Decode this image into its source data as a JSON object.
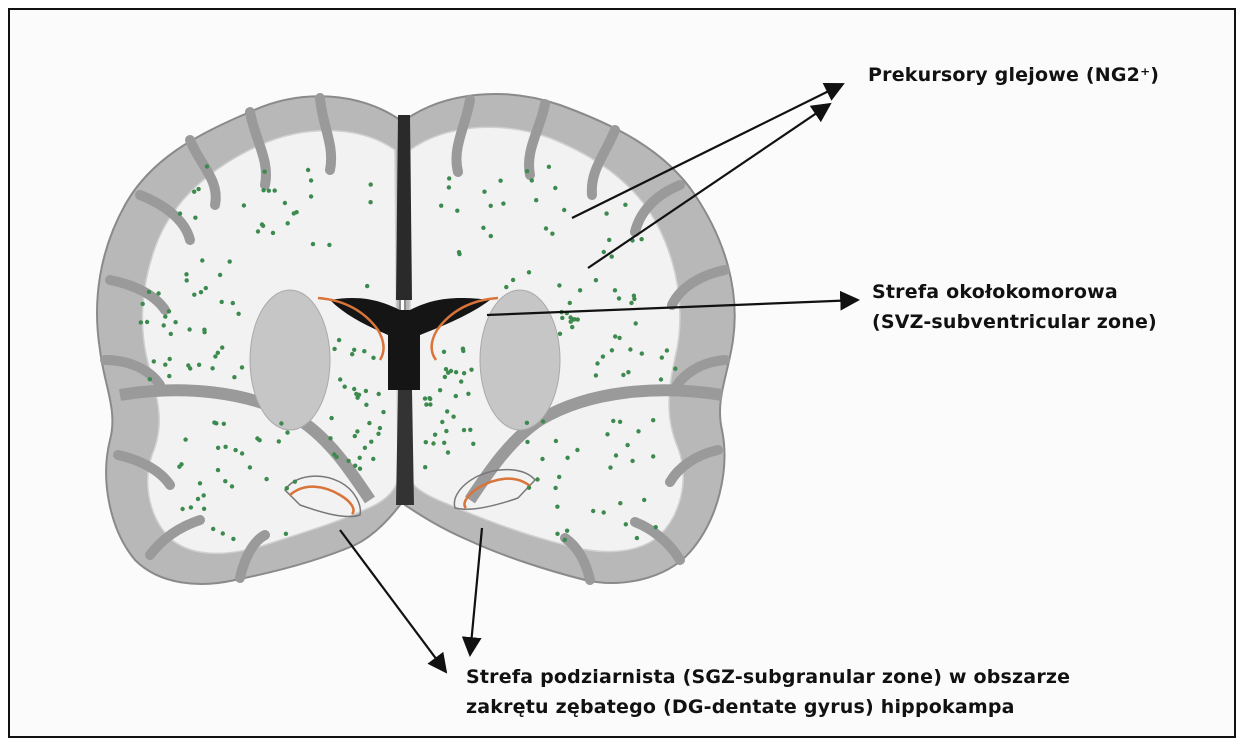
{
  "labels": {
    "glial_precursors": "Prekursory glejowe (NG2⁺)",
    "svz_line1": "Strefa okołokomorowa",
    "svz_line2": "(SVZ-subventricular zone)",
    "sgz_line1": "Strefa podziarnista (SGZ-subgranular zone) w obszarze",
    "sgz_line2": "zakrętu zębatego (DG-dentate gyrus) hippokampa"
  },
  "colors": {
    "cortex": "#b9b9b9",
    "white_matter": "#f4f4f4",
    "dots": "#3c8a4e",
    "zone_outline": "#d9743a",
    "ventricle": "#1a1a1a"
  }
}
